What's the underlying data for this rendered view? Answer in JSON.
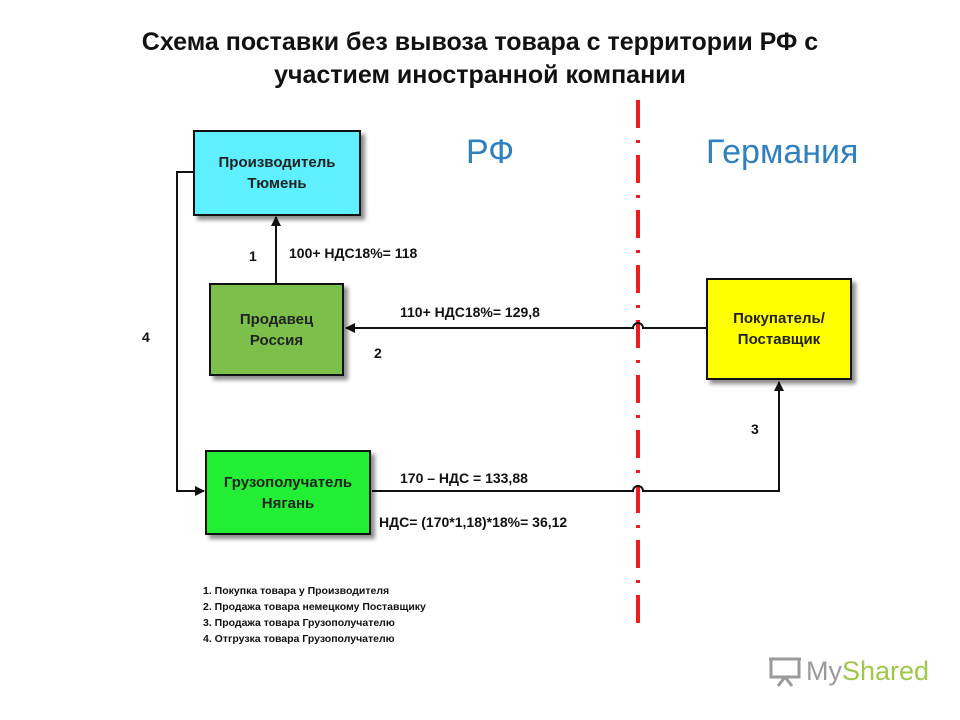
{
  "title_line1": "Схема поставки без вывоза товара с территории РФ с",
  "title_line2": "участием иностранной компании",
  "regions": {
    "left": "РФ",
    "right": "Германия"
  },
  "boxes": {
    "producer": {
      "line1": "Производитель",
      "line2": "Тюмень",
      "color": "#5ff0ff"
    },
    "seller": {
      "line1": "Продавец",
      "line2": "Россия",
      "color": "#7cc04b"
    },
    "buyer": {
      "line1": "Покупатель/",
      "line2": "Поставщик",
      "color": "#ffff00"
    },
    "consignee": {
      "line1": "Грузополучатель",
      "line2": "Нягань",
      "color": "#22ee33"
    }
  },
  "flows": {
    "f1_label": "100+ НДС18%= 118",
    "f1_num": "1",
    "f2_label": "110+ НДС18%= 129,8",
    "f2_num": "2",
    "f3_label1": "170 – НДС = 133,88",
    "f3_label2": "НДС= (170*1,18)*18%= 36,12",
    "f3_num": "3",
    "f4_num": "4"
  },
  "legend": [
    "1.  Покупка товара у Производителя",
    "2. Продажа товара немецкому Поставщику",
    "3. Продажа товара Грузополучателю",
    "4. Отгрузка товара Грузополучателю"
  ],
  "watermark": {
    "part1": "My",
    "part2": "Shared"
  },
  "colors": {
    "border_line": "#ee1c1c",
    "region_text": "#2f80c0"
  }
}
